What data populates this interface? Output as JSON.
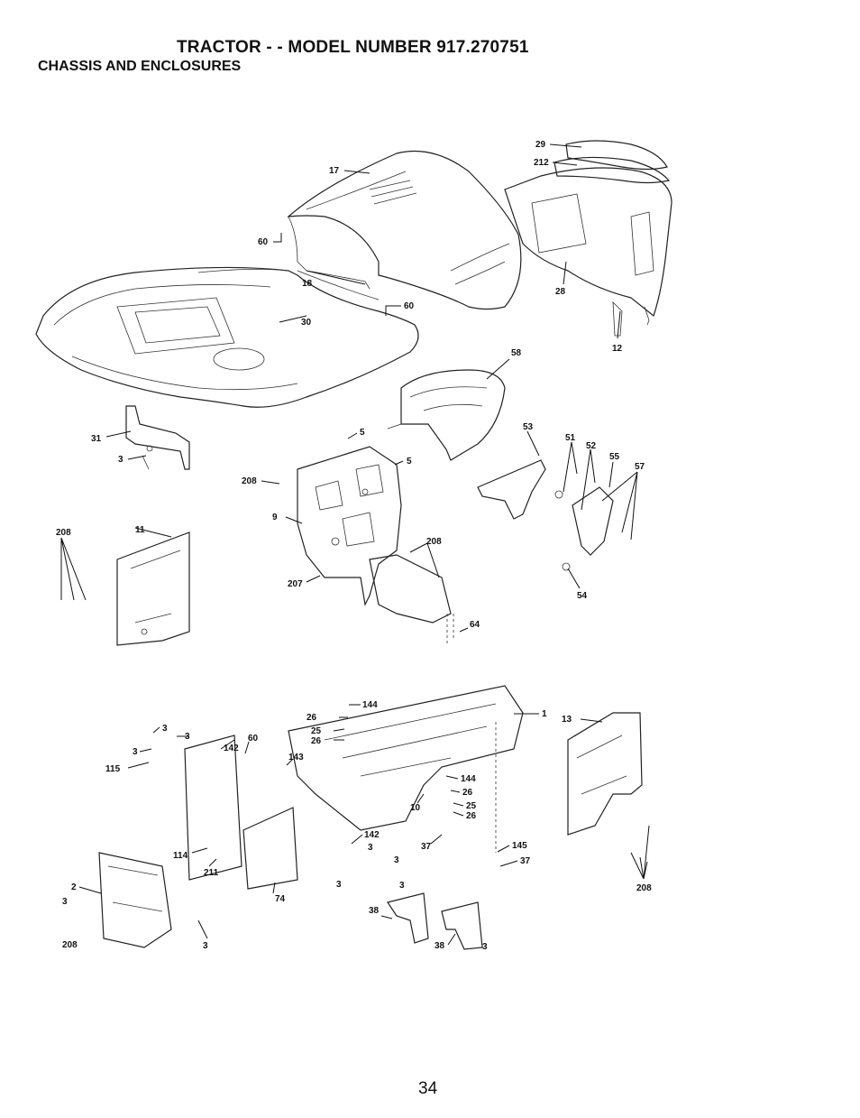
{
  "header": {
    "title": "TRACTOR - - MODEL NUMBER 917.270751",
    "subtitle": "CHASSIS AND ENCLOSURES"
  },
  "footer": {
    "page_number": "34"
  },
  "callouts": {
    "c17": "17",
    "c29": "29",
    "c212": "212",
    "c60a": "60",
    "c18": "18",
    "c60b": "60",
    "c28": "28",
    "c30": "30",
    "c12": "12",
    "c58": "58",
    "c31": "31",
    "c3a": "3",
    "c5a": "5",
    "c5b": "5",
    "c53": "53",
    "c51": "51",
    "c52": "52",
    "c55": "55",
    "c57": "57",
    "c208a": "208",
    "c208b": "208",
    "c11": "11",
    "c9": "9",
    "c208c": "208",
    "c207": "207",
    "c54": "54",
    "c64": "64",
    "c144a": "144",
    "c26a": "26",
    "c25a": "25",
    "c26b": "26",
    "c1": "1",
    "c13": "13",
    "c3b": "3",
    "c3c": "3",
    "c3d": "3",
    "c115": "115",
    "c142a": "142",
    "c60c": "60",
    "c143": "143",
    "c144b": "144",
    "c26c": "26",
    "c10": "10",
    "c25b": "25",
    "c26d": "26",
    "c142b": "142",
    "c3e": "3",
    "c3f": "3",
    "c37a": "37",
    "c145": "145",
    "c37b": "37",
    "c114": "114",
    "c211": "211",
    "c3g": "3",
    "c74": "74",
    "c208d": "208",
    "c3h": "3",
    "c2": "2",
    "c38a": "38",
    "c38b": "38",
    "c3i": "3",
    "c208e": "208",
    "c3j": "3",
    "c3k": "3"
  }
}
